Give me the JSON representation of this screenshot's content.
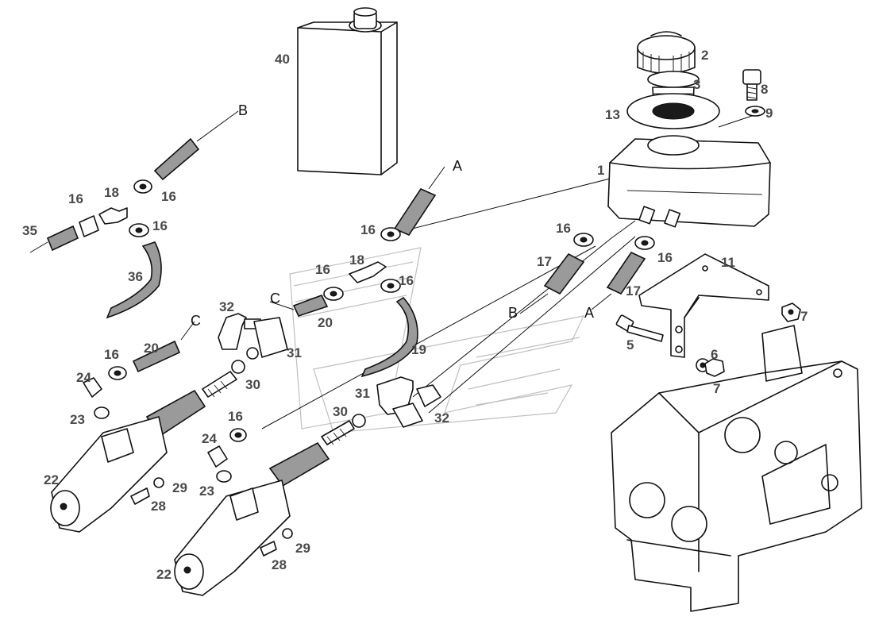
{
  "callouts": {
    "c40": "40",
    "c2": "2",
    "c3": "3",
    "c13": "13",
    "c1": "1",
    "c8": "8",
    "c9": "9",
    "c11": "11",
    "c7a": "7",
    "c7b": "7",
    "c5": "5",
    "c6": "6",
    "c16_r1": "16",
    "c17_r1": "17",
    "c16_r2": "16",
    "c17_r2": "17",
    "c35": "35",
    "c16_a": "16",
    "c18_a": "18",
    "c16_b": "16",
    "c16_c": "16",
    "c36": "36",
    "c16_m1": "16",
    "c16_m2": "16",
    "c18_m": "18",
    "c16_m3": "16",
    "c20_m": "20",
    "c32_l": "32",
    "c31_l": "31",
    "c30_l": "30",
    "c19": "19",
    "c16_l": "16",
    "c20_l": "20",
    "c24_l": "24",
    "c23_l": "23",
    "c22_l": "22",
    "c29_l": "29",
    "c28_l": "28",
    "c31_r": "31",
    "c30_r": "30",
    "c32_r": "32",
    "c16_lo": "16",
    "c24_lo": "24",
    "c23_lo": "23",
    "c22_lo": "22",
    "c29_lo": "29",
    "c28_lo": "28"
  },
  "connectors": {
    "b_top": "B",
    "a_top": "A",
    "c_mid": "C",
    "c_left": "C",
    "b_low": "B",
    "a_low": "A"
  }
}
